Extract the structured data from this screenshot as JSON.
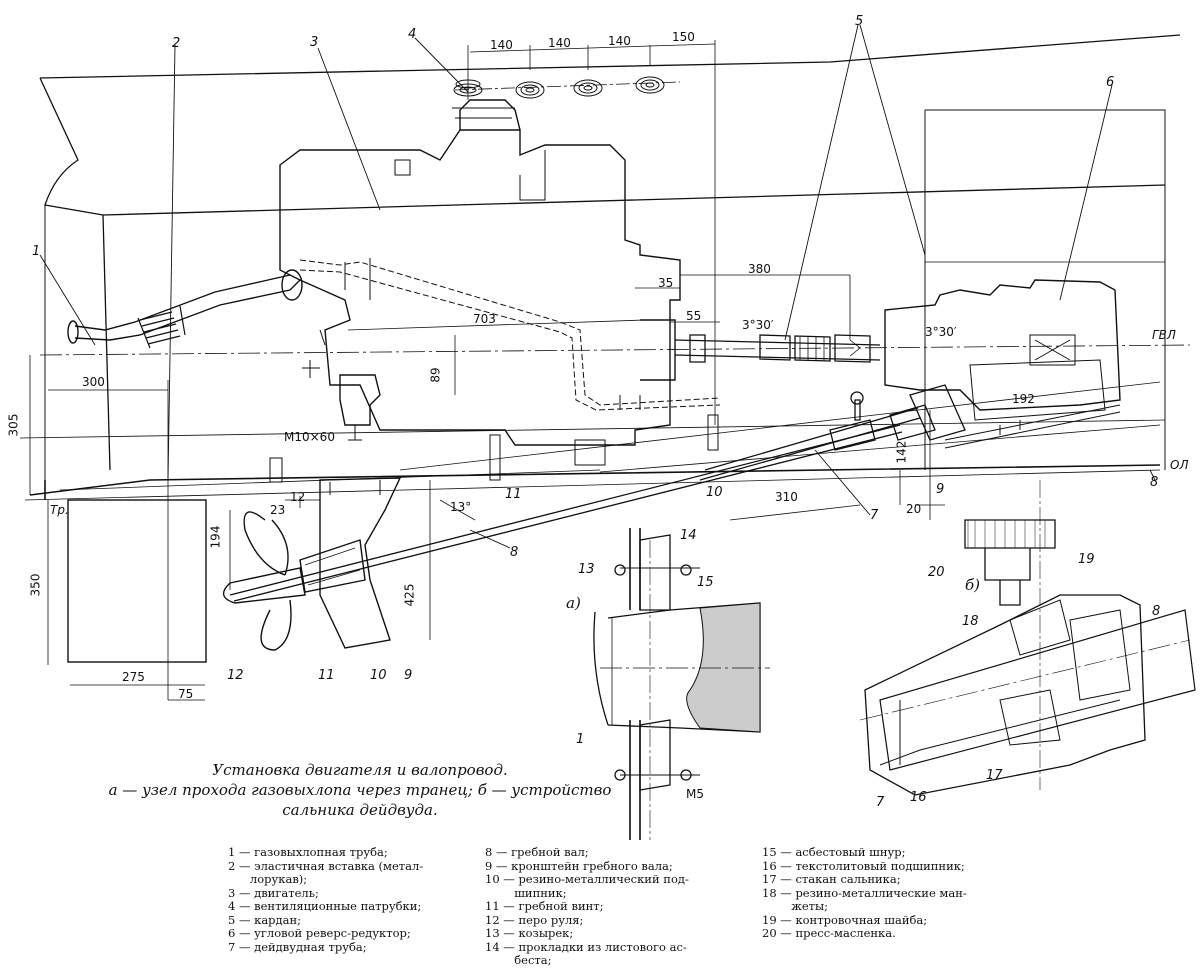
{
  "dims": {
    "d140a": "140",
    "d140b": "140",
    "d140c": "140",
    "d150": "150",
    "d380": "380",
    "d35": "35",
    "d55": "55",
    "d703": "703",
    "d89": "89",
    "d300": "300",
    "d305": "305",
    "d194": "194",
    "d350": "350",
    "d425": "425",
    "d275": "275",
    "d75": "75",
    "d23": "23",
    "d12": "12",
    "d310": "310",
    "d142": "142",
    "d20": "20",
    "d192": "192",
    "ang1": "3°30′",
    "ang2": "3°30′",
    "ang3": "13°",
    "thread1": "M10×60",
    "thread2": "M5",
    "gvl": "ГВЛ",
    "ol": "ОЛ",
    "tr": "Тр."
  },
  "callouts": {
    "c1": "1",
    "c2": "2",
    "c3": "3",
    "c4": "4",
    "c5": "5",
    "c6": "6",
    "c7": "7",
    "c8": "8",
    "c9": "9",
    "c10": "10",
    "c11": "11",
    "c12": "12",
    "c13": "13",
    "c14": "14",
    "c15": "15",
    "c18": "18",
    "c19": "19",
    "c20": "20",
    "c9b": "9",
    "c10b": "10",
    "c11b": "11",
    "c8b": "8",
    "c8c": "8",
    "c7b": "7",
    "c16": "16",
    "c17": "17",
    "c1b": "1"
  },
  "detail_labels": {
    "a": "а)",
    "b": "б)"
  },
  "caption": {
    "line1": "Установка двигателя и валопровод.",
    "line2": "а — узел прохода газовыхлопа через транец; б — устройство",
    "line3": "сальника дейдвуда."
  },
  "legend": {
    "col1": [
      "1 — газовыхлопная труба;",
      "2 — эластичная вставка (метал-",
      "      лорукав);",
      "3 — двигатель;",
      "4 — вентиляционные патрубки;",
      "5 — кардан;",
      "6 — угловой реверс-редуктор;",
      "7 — дейдвудная труба;"
    ],
    "col2": [
      "8 — гребной вал;",
      "9 — кронштейн гребного вала;",
      "10 — резино-металлический под-",
      "        шипник;",
      "11 — гребной винт;",
      "12 — перо руля;",
      "13 — козырек;",
      "14 — прокладки из листового ас-",
      "        беста;"
    ],
    "col3": [
      "15 — асбестовый шнур;",
      "16 — текстолитовый подшипник;",
      "17 — стакан сальника;",
      "18 — резино-металлические ман-",
      "        жеты;",
      "19 — контровочная шайба;",
      "20 — пресс-масленка."
    ]
  }
}
